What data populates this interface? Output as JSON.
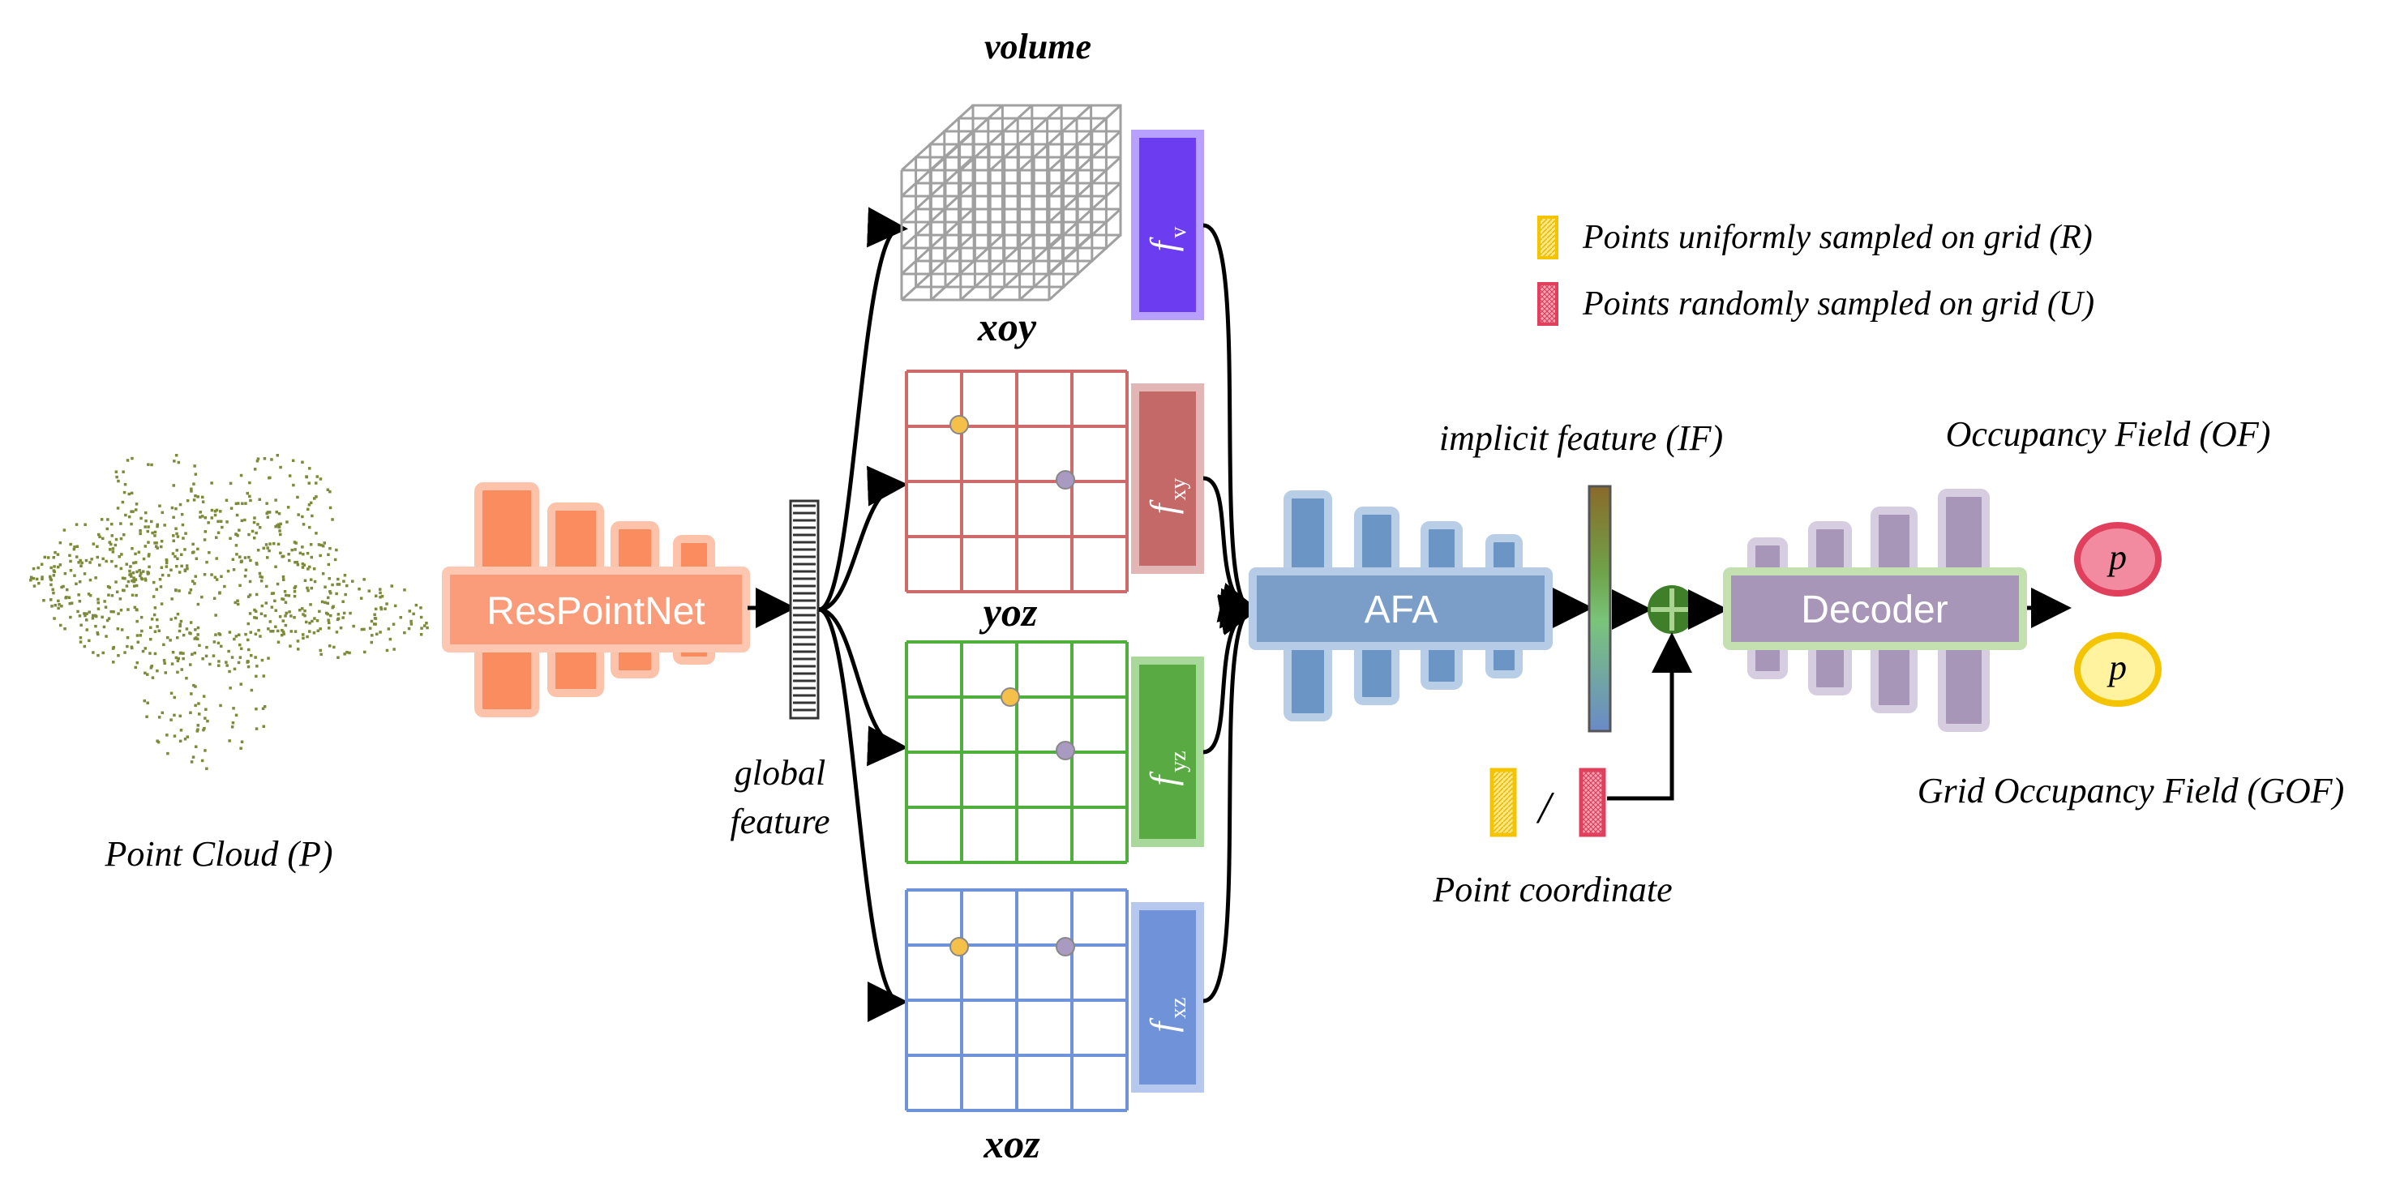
{
  "labels": {
    "point_cloud": "Point Cloud (P)",
    "respointnet": "ResPointNet",
    "global_feature_line1": "global",
    "global_feature_line2": "feature",
    "volume": "volume",
    "xoy": "xoy",
    "yoz": "yoz",
    "xoz": "xoz",
    "f_letter": "f",
    "f_v_sub": "v",
    "f_xy_sub": "xy",
    "f_yz_sub": "yz",
    "f_xz_sub": "xz",
    "afa": "AFA",
    "implicit_feature": "implicit feature (IF)",
    "decoder": "Decoder",
    "occupancy_field": "Occupancy Field (OF)",
    "grid_occupancy_field": "Grid Occupancy Field (GOF)",
    "point_coordinate": "Point coordinate",
    "slash": "/",
    "p_red": "p",
    "p_yellow": "p"
  },
  "legend": [
    {
      "text": "Points uniformly sampled on grid (R)",
      "color": "#f5c400"
    },
    {
      "text": "Points randomly sampled on grid (U)",
      "color": "#e0405c"
    }
  ],
  "colors": {
    "respointnet": "#fa9c7a",
    "grid_xoy": "#cf6a6a",
    "grid_yoz": "#4fae3e",
    "grid_xoz": "#6f92d8",
    "f_v": "#6b3cf0",
    "afa": "#7a9ec8",
    "decoder": "#a796b8",
    "point_cloud": "#7d8a3a"
  }
}
